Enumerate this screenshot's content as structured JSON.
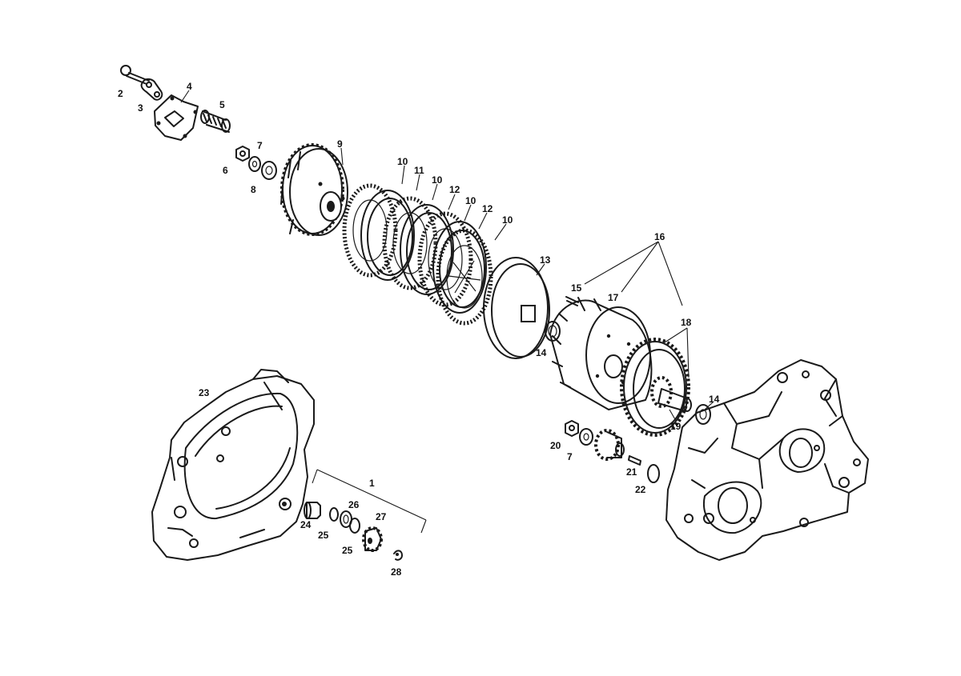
{
  "callouts": {
    "c1": "1",
    "c2": "2",
    "c3": "3",
    "c4": "4",
    "c5": "5",
    "c6": "6",
    "c7a": "7",
    "c7b": "7",
    "c8": "8",
    "c9": "9",
    "c10a": "10",
    "c10b": "10",
    "c10c": "10",
    "c10d": "10",
    "c11": "11",
    "c12a": "12",
    "c12b": "12",
    "c13": "13",
    "c14a": "14",
    "c14b": "14",
    "c15": "15",
    "c16": "16",
    "c17": "17",
    "c18": "18",
    "c19": "19",
    "c20": "20",
    "c21": "21",
    "c22": "22",
    "c23": "23",
    "c24": "24",
    "c25a": "25",
    "c25b": "25",
    "c26": "26",
    "c27": "27",
    "c28": "28"
  },
  "colors": {
    "line": "#1a1a1a",
    "background": "#ffffff"
  }
}
